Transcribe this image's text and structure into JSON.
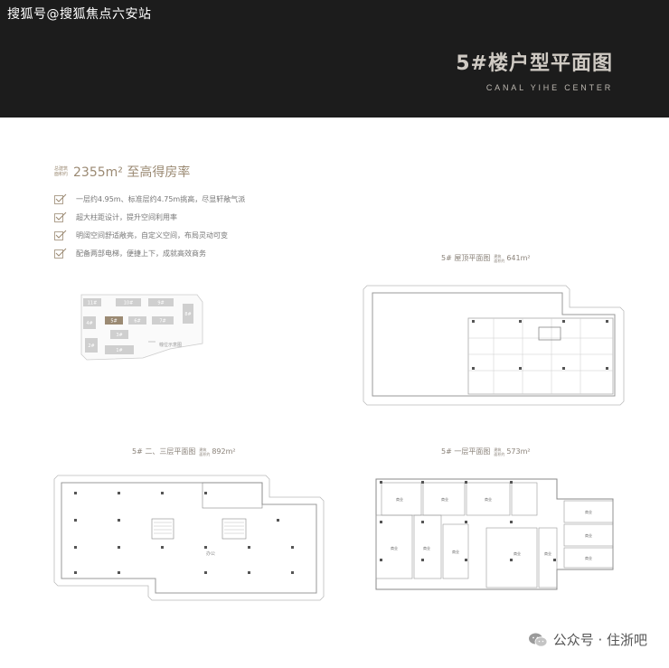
{
  "watermark": "搜狐号@搜狐焦点六安站",
  "header": {
    "title": "5#楼户型平面图",
    "subtitle": "CANAL YIHE CENTER"
  },
  "summary": {
    "area_tag_top": "总建筑",
    "area_tag_bottom": "面积约",
    "area_text": "2355m² 至高得房率"
  },
  "features": [
    "一层约4.95m、标准层约4.75m挑高，尽显轩敞气派",
    "超大柱距设计，提升空间利用率",
    "明阔空间舒适敞亮，自定义空间，布局灵动可变",
    "配备两部电梯，便捷上下，成就高效商务"
  ],
  "site_map": {
    "buildings": [
      "11#",
      "10#",
      "9#",
      "4#",
      "5#",
      "6#",
      "7#",
      "8#",
      "3#",
      "2#",
      "1#"
    ],
    "caption": "幢位示意图"
  },
  "plans": {
    "roof": {
      "title": "5# 屋顶平面图",
      "tag_top": "建筑",
      "tag_bottom": "面积约",
      "area": "641m²"
    },
    "upper": {
      "title": "5# 二、三层平面图",
      "tag_top": "建筑",
      "tag_bottom": "面积约",
      "area": "892m²",
      "room_label": "办公"
    },
    "ground": {
      "title": "5# 一层平面图",
      "tag_top": "建筑",
      "tag_bottom": "面积约",
      "area": "573m²",
      "room_label": "商业"
    }
  },
  "footer": {
    "text": "公众号 · 住浙吧"
  },
  "colors": {
    "header_bg": "#1c1c1c",
    "accent_gold": "#9b8a73",
    "plan_line": "#9a9a9a"
  }
}
